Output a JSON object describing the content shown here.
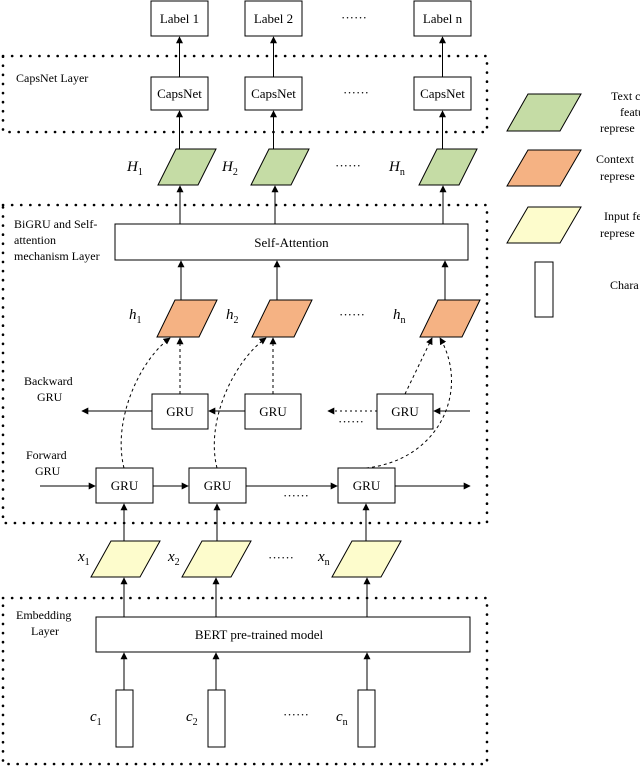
{
  "labels": [
    "Label 1",
    "Label 2",
    "Label n"
  ],
  "capsnet_layer": {
    "title": "CapsNet Layer",
    "box_label": "CapsNet"
  },
  "outputs_H": {
    "symbol": "H",
    "subscripts": [
      "1",
      "2",
      "n"
    ]
  },
  "bigru_layer": {
    "title_line1": "BiGRU and Self-",
    "title_line2": "attention",
    "title_line3": "mechanism Layer",
    "self_attention_label": "Self-Attention",
    "hidden_symbol": "h",
    "hidden_subscripts": [
      "1",
      "2",
      "n"
    ],
    "backward_label_line1": "Backward",
    "backward_label_line2": "GRU",
    "forward_label_line1": "Forward",
    "forward_label_line2": "GRU",
    "gru_label": "GRU"
  },
  "inputs_x": {
    "symbol": "x",
    "subscripts": [
      "1",
      "2",
      "n"
    ]
  },
  "embedding_layer": {
    "title_line1": "Embedding",
    "title_line2": "Layer",
    "bert_label": "BERT pre-trained model"
  },
  "chars_c": {
    "symbol": "c",
    "subscripts": [
      "1",
      "2",
      "n"
    ]
  },
  "ellipsis": "······",
  "legend": [
    {
      "line1": "Text c",
      "line2": "featu",
      "line3": "represe",
      "color": "#c5dca5"
    },
    {
      "line1": "Context",
      "line2": "represe",
      "line3": "",
      "color": "#f5b283"
    },
    {
      "line1": "Input fe",
      "line2": "represe",
      "line3": "",
      "color": "#fdfccc"
    },
    {
      "line1": "Chara",
      "line2": "",
      "line3": "",
      "color": "#ffffff"
    }
  ],
  "colors": {
    "green": "#c5dca5",
    "orange": "#f5b283",
    "yellow": "#fdfccc",
    "stroke": "#000000"
  }
}
